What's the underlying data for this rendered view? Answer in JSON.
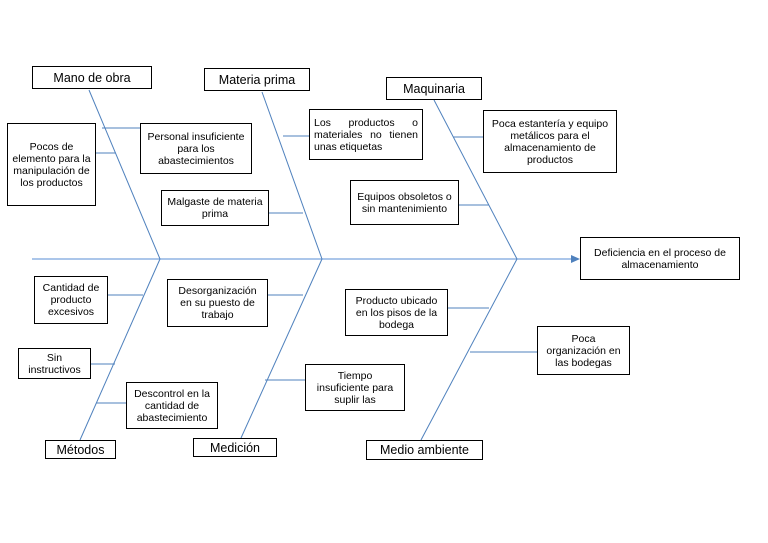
{
  "colors": {
    "spine": "#8fb4e3",
    "bones": "#4f81bd",
    "text": "#000000",
    "box_border": "#000000"
  },
  "effect": "Deficiencia en el proceso de almacenamiento",
  "categories": {
    "mano_de_obra": "Mano de obra",
    "materia_prima": "Materia prima",
    "maquinaria": "Maquinaria",
    "metodos": "Métodos",
    "medicion": "Medición",
    "medio_ambiente": "Medio ambiente"
  },
  "causes": {
    "mano_de_obra_1": "Pocos de elemento para la manipulación de los productos",
    "mano_de_obra_2": "Personal insuficiente para los abastecimientos",
    "materia_prima_1": "Los productos o materiales no tienen unas etiquetas",
    "materia_prima_2": "Malgaste de materia prima",
    "maquinaria_1": "Poca estantería y equipo metálicos para el almacenamiento de productos",
    "maquinaria_2": "Equipos obsoletos o sin mantenimiento",
    "metodos_1": "Cantidad de producto excesivos",
    "metodos_2": "Sin instructivos",
    "metodos_3": "Descontrol en la cantidad de abastecimiento",
    "medicion_1": "Desorganización en su puesto de trabajo",
    "medicion_2": "Tiempo insuficiente para suplir las",
    "medio_ambiente_1": "Producto ubicado en los pisos de la bodega",
    "medio_ambiente_2": "Poca organización en las bodegas"
  }
}
